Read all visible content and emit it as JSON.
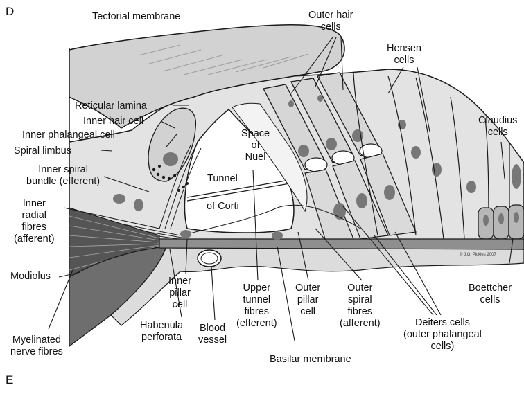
{
  "panels": {
    "top": "D",
    "bottom": "E"
  },
  "labels": {
    "tectorial_membrane": "Tectorial membrane",
    "outer_hair_cells": "Outer hair\ncells",
    "hensen_cells": "Hensen\ncells",
    "claudius_cells": "Claudius\ncells",
    "reticular_lamina": "Reticular lamina",
    "inner_hair_cell": "Inner hair cell",
    "inner_phalangeal_cell": "Inner phalangeal cell",
    "spiral_limbus": "Spiral limbus",
    "inner_spiral_bundle": "Inner spiral\nbundle (efferent)",
    "inner_radial_fibres": "Inner\nradial\nfibres\n(afferent)",
    "modiolus": "Modiolus",
    "myelinated_nerve_fibres": "Myelinated\nnerve fibres",
    "space_of_nuel": "Space\nof\nNuel",
    "tunnel_of_corti_1": "Tunnel",
    "tunnel_of_corti_2": "of Corti",
    "inner_pillar_cell": "Inner\npillar\ncell",
    "habenula_perforata": "Habenula\nperforata",
    "blood_vessel": "Blood\nvessel",
    "upper_tunnel_fibres": "Upper\ntunnel\nfibres\n(efferent)",
    "outer_pillar_cell": "Outer\npillar\ncell",
    "outer_spiral_fibres": "Outer\nspiral\nfibres\n(afferent)",
    "deiters_cells": "Deiters cells\n(outer phalangeal\ncells)",
    "basilar_membrane": "Basilar membrane",
    "boettcher_cells": "Boettcher\ncells",
    "copyright": "© J.O. Pickles 2007"
  },
  "colors": {
    "tissue_light": "#e3e3e3",
    "tissue_mid": "#c9c9c9",
    "tissue_dark": "#8a8a8a",
    "nucleus": "#777777",
    "outline": "#1a1a1a",
    "bone": "#6e6e6e"
  }
}
